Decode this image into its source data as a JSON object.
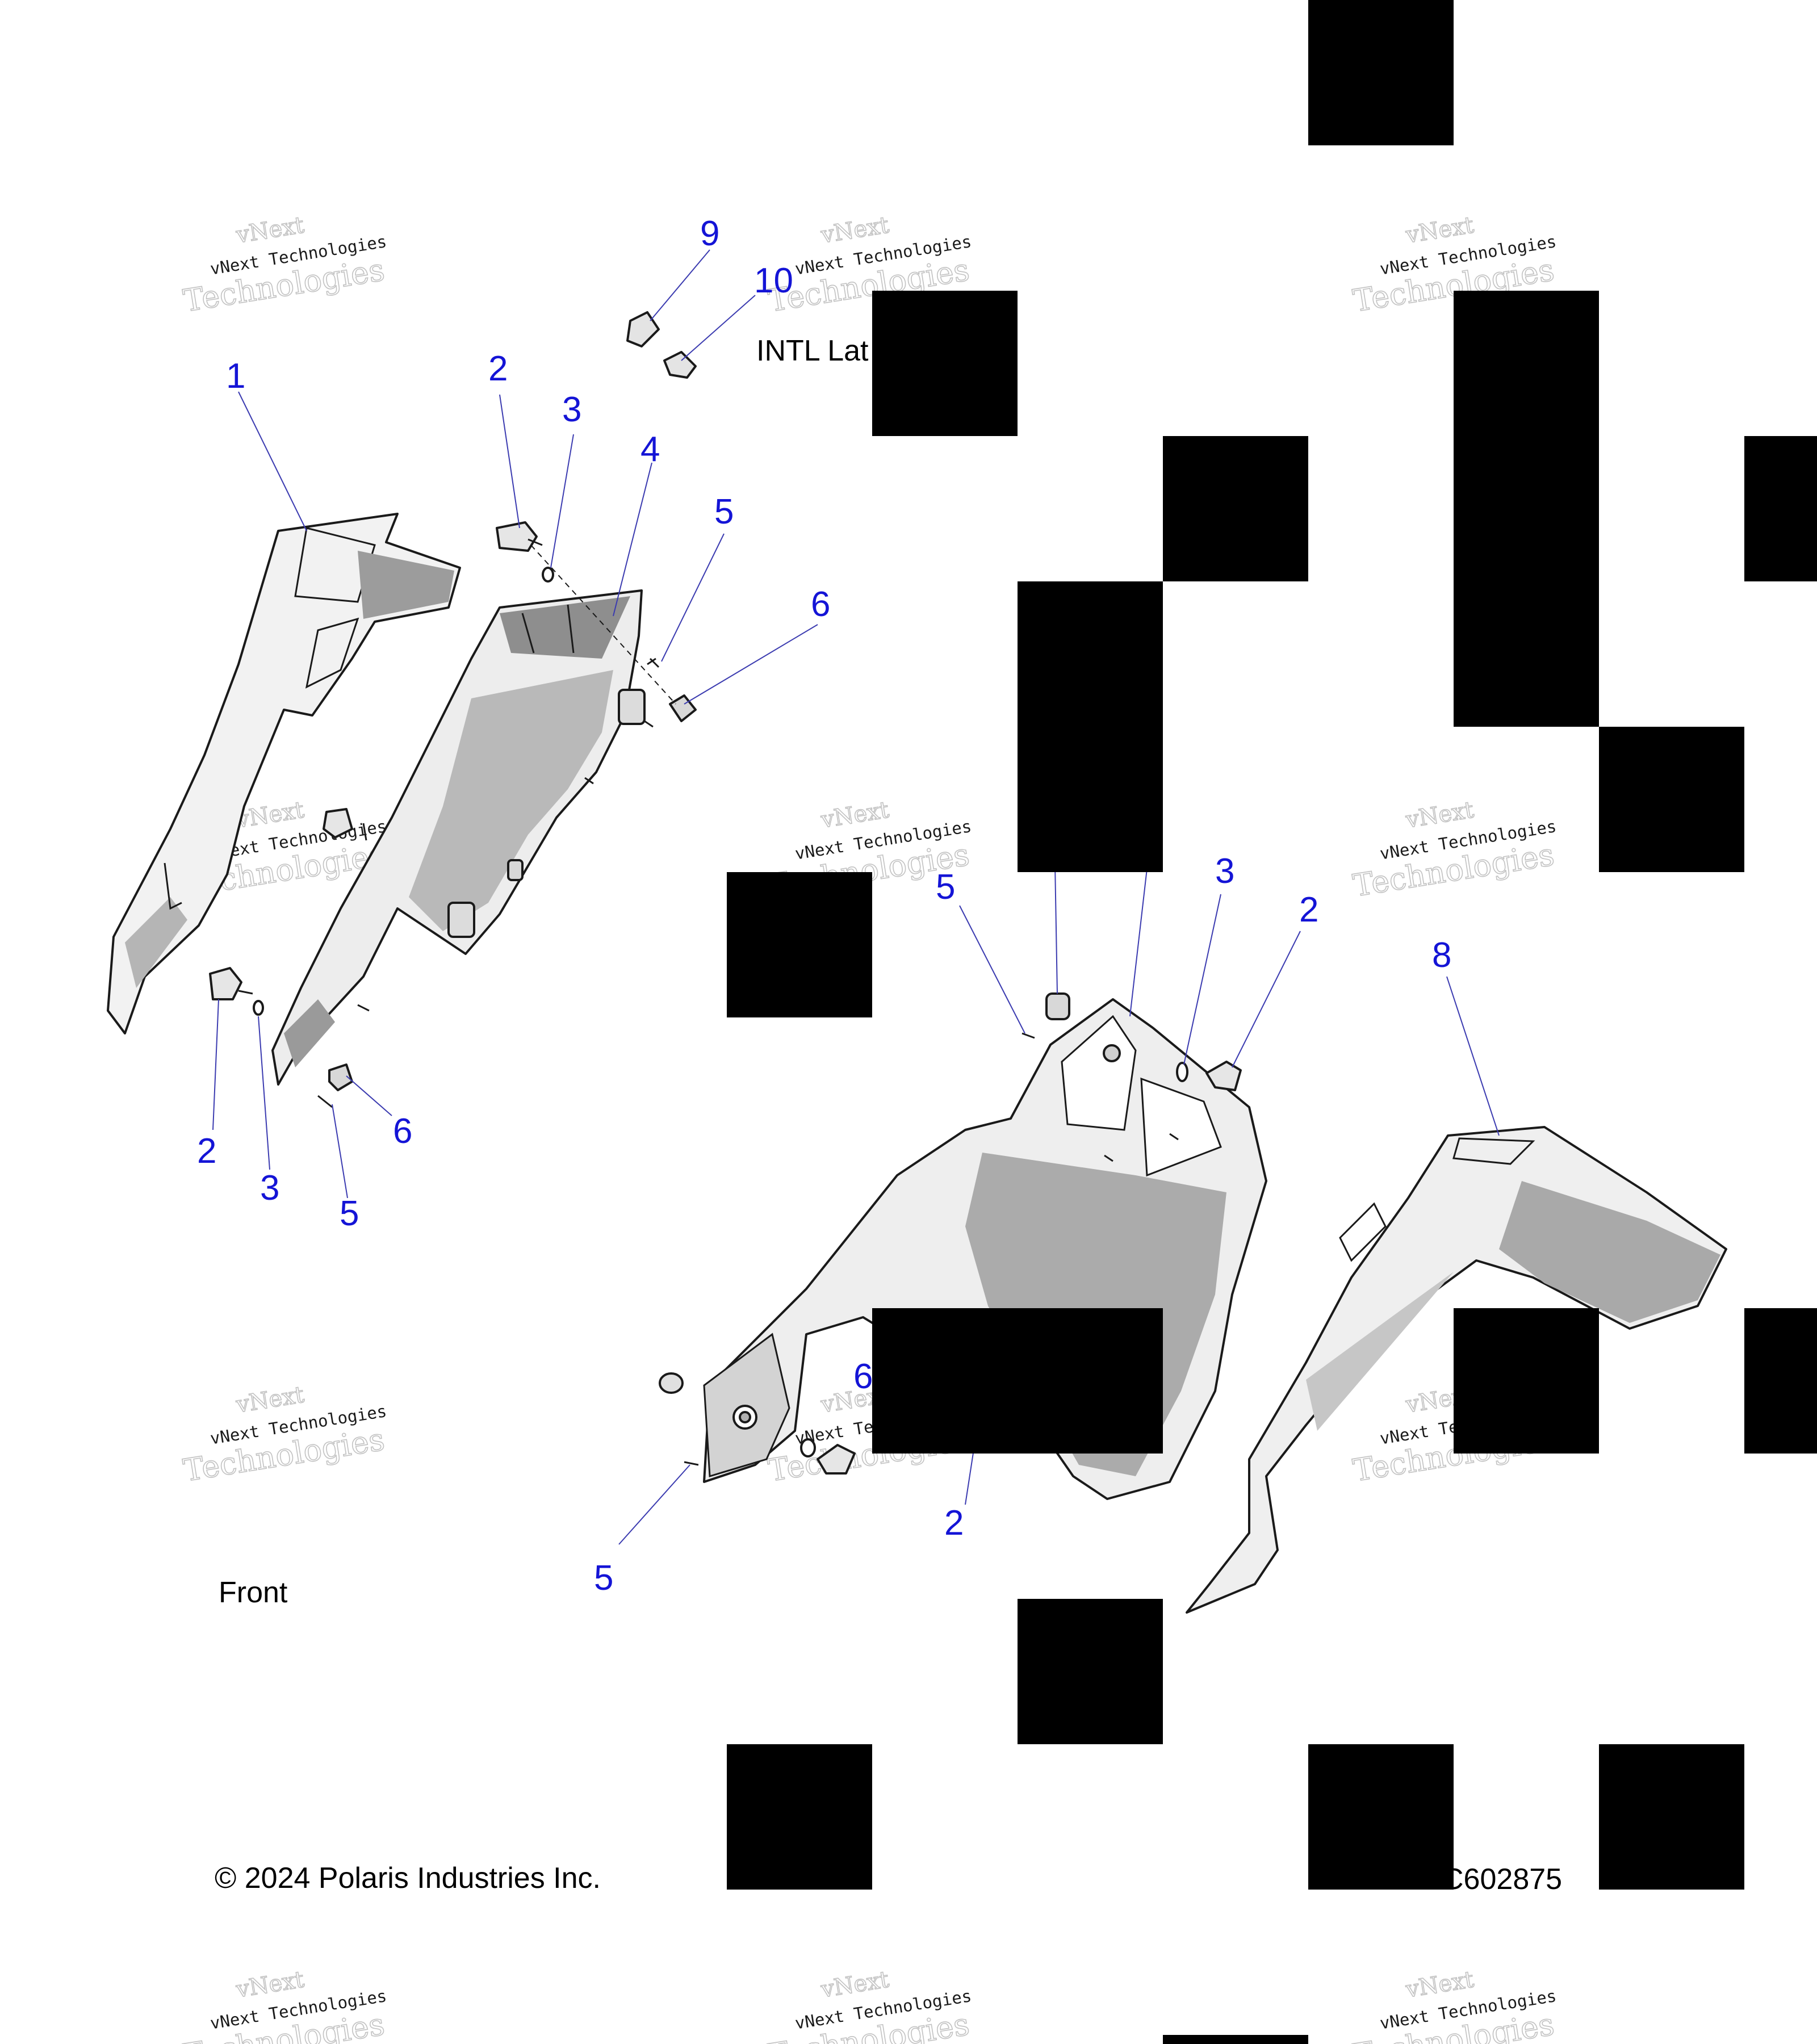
{
  "watermark": {
    "line1": "vNext",
    "line2": "vNext Technologies",
    "line3": "Technologies"
  },
  "callouts": {
    "left_1": "1",
    "left_2_top": "2",
    "left_3_top": "3",
    "left_4": "4",
    "left_5_top": "5",
    "left_6_top": "6",
    "left_9": "9",
    "left_10": "10",
    "left_2_bottom": "2",
    "left_3_bottom": "3",
    "left_5_bottom": "5",
    "left_6_bottom": "6",
    "right_5_top": "5",
    "right_3": "3",
    "right_2_top": "2",
    "right_8": "8",
    "right_6": "6",
    "right_2_bottom": "2",
    "right_5_bottom": "5"
  },
  "labels": {
    "intl_note": "INTL Lat",
    "front": "Front",
    "copyright": "© 2024 Polaris Industries Inc.",
    "figure_code": "C602875"
  },
  "colors": {
    "callout_blue": "#1414d6",
    "part_fill": "#e4e4e4",
    "part_shade": "#a8a8a8",
    "redaction": "#000000"
  }
}
